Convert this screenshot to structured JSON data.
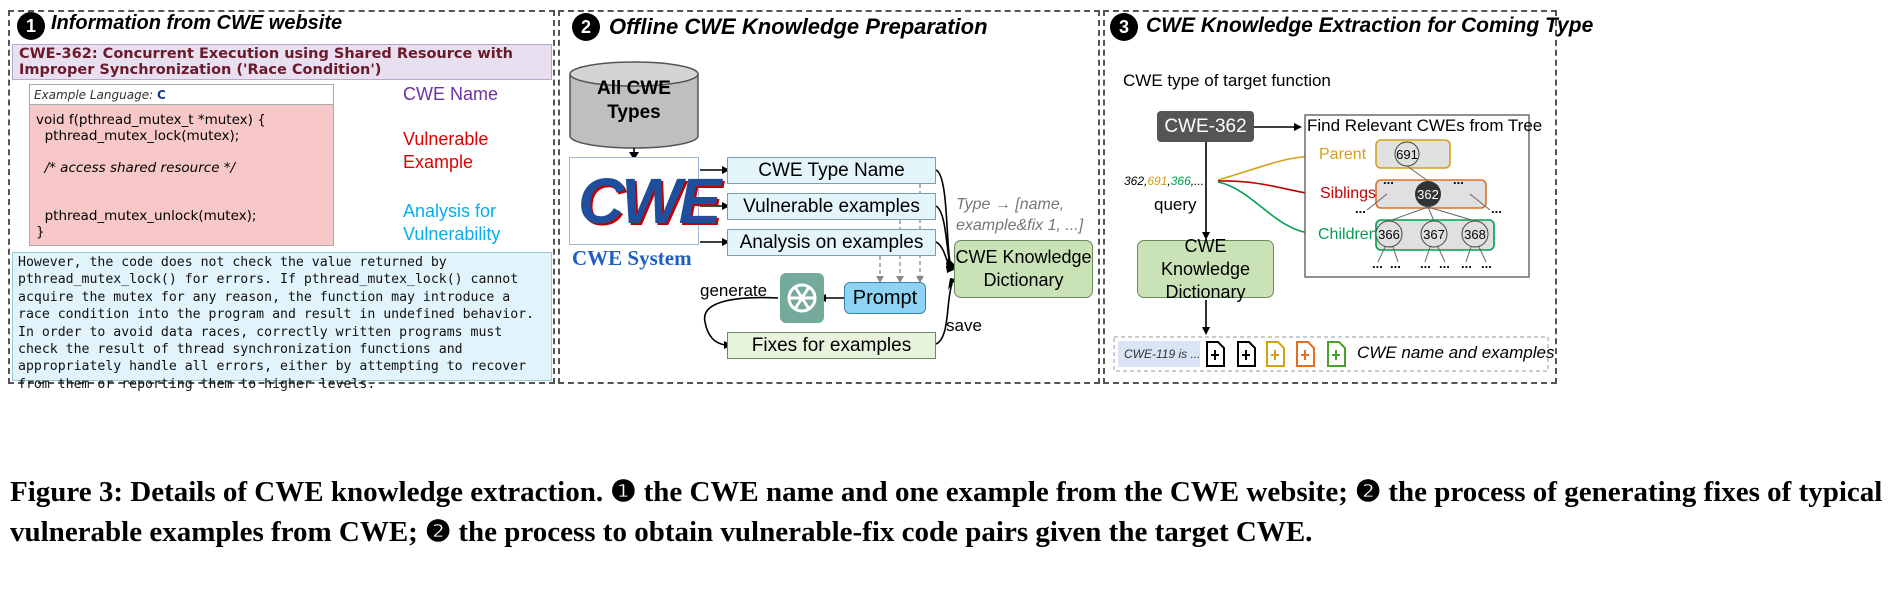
{
  "panel1": {
    "number": "1",
    "title": "Information from CWE website",
    "cwe_header": "CWE-362: Concurrent Execution using Shared Resource with Improper Synchronization ('Race Condition')",
    "example_language_label": "Example Language:",
    "example_language_value": "C",
    "code_lines": [
      "void f(pthread_mutex_t *mutex) {",
      "  pthread_mutex_lock(mutex);",
      "",
      "  /* access shared resource */",
      "",
      "",
      "  pthread_mutex_unlock(mutex);",
      "}"
    ],
    "label_name": "CWE Name",
    "label_vuln_1": "Vulnerable",
    "label_vuln_2": "Example",
    "label_analysis_1": "Analysis for",
    "label_analysis_2": "Vulnerability",
    "analysis_text": "However, the code does not check the value returned by pthread_mutex_lock() for errors. If pthread_mutex_lock() cannot acquire the mutex for any reason, the function may introduce a race condition into the program and result in undefined behavior. In order to avoid data races, correctly written programs must check the result of thread synchronization functions and appropriately handle all errors, either by attempting to recover from them or reporting them to higher levels."
  },
  "panel2": {
    "number": "2",
    "title": "Offline CWE Knowledge Preparation",
    "db_line1": "All CWE",
    "db_line2": "Types",
    "logo_text": "CWE",
    "system_label": "CWE System",
    "box_type_name": "CWE Type Name",
    "box_vuln_examples": "Vulnerable examples",
    "box_analysis": "Analysis on examples",
    "box_prompt": "Prompt",
    "box_fixes": "Fixes for examples",
    "label_generate": "generate",
    "label_save": "save",
    "annotation_line1": "Type → [name,",
    "annotation_line2": "example&fix 1, ...]",
    "dict_line1": "CWE Knowledge",
    "dict_line2": "Dictionary"
  },
  "panel3": {
    "number": "3",
    "title": "CWE Knowledge Extraction for Coming Type",
    "target_label": "CWE type of target function",
    "target_cwe": "CWE-362",
    "tree_title": "Find Relevant CWEs from Tree",
    "id_list": [
      "362",
      "691",
      "366",
      "..."
    ],
    "query_label": "query",
    "dict_line1": "CWE Knowledge",
    "dict_line2": "Dictionary",
    "parent_label": "Parent",
    "siblings_label": "Siblings",
    "children_label": "Children",
    "parent_node": "691",
    "sibling_node": "362",
    "child_nodes": [
      "366",
      "367",
      "368"
    ],
    "ellipsis": "...",
    "output_snippet": "CWE-119 is ...",
    "output_label": "CWE name and examples"
  },
  "caption": {
    "line": "Figure 3: Details of CWE knowledge extraction. ❶ the CWE name and one example from the CWE website; ❷ the process of generating fixes of typical vulnerable examples from CWE; ❷ the process to obtain vulnerable-fix code pairs given the target CWE."
  },
  "colors": {
    "name_purple": "#7030a0",
    "vuln_red": "#e00000",
    "analysis_cyan": "#00b0f0",
    "code_bg": "#f8c8c8",
    "header_bg": "#e8e0f0",
    "analysis_bg": "#e2f4fb",
    "light_blue_box": "#e3f4fb",
    "green_box": "#c9e3b6",
    "prompt_blue": "#8fd3f4",
    "parent_orange": "#d4a017",
    "siblings_red": "#c00000",
    "children_green": "#00a050"
  }
}
